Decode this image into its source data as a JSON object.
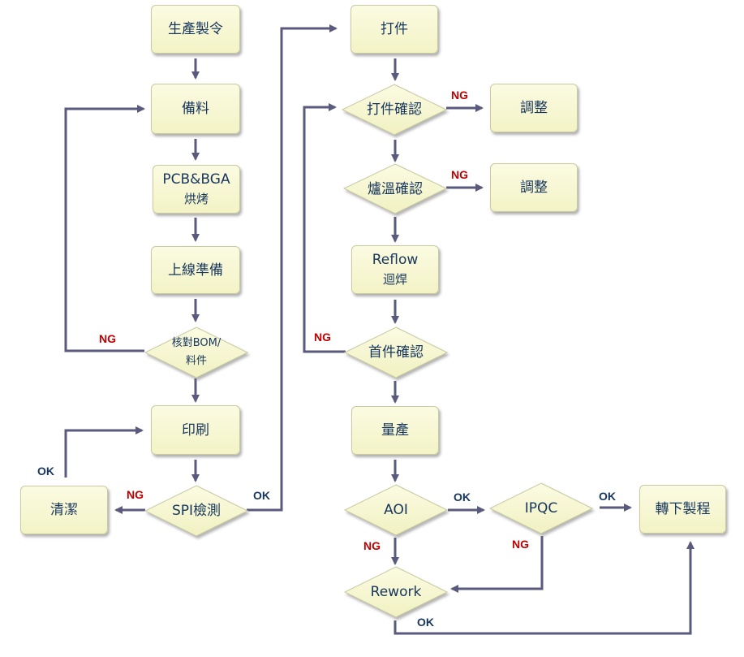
{
  "diagram": {
    "colors": {
      "box_fill_top": "#fbfbe2",
      "box_fill_bottom": "#f3f3c6",
      "box_border": "#c9c9a2",
      "text": "#17365d",
      "connector": "#5a5a7e",
      "ng_label": "#c00000",
      "ok_label": "#17365d"
    },
    "nodes": {
      "production_order": "生產製令",
      "material_prep": "備料",
      "pcb_bga": "PCB&BGA",
      "baking": "烘烤",
      "line_prep": "上線準備",
      "check_bom": "核對BOM/",
      "check_material": "料件",
      "printing": "印刷",
      "spi_inspection": "SPI檢測",
      "cleaning": "清潔",
      "placement": "打件",
      "placement_check": "打件確認",
      "adjust_1": "調整",
      "oven_temp_check": "爐溫確認",
      "adjust_2": "調整",
      "reflow": "Reflow",
      "reflow_cn": "迴焊",
      "first_article_check": "首件確認",
      "mass_production": "量產",
      "aoi": "AOI",
      "ipqc": "IPQC",
      "next_process": "轉下製程",
      "rework": "Rework"
    },
    "labels": {
      "ng_bom": "NG",
      "ok_clean": "OK",
      "ng_spi": "NG",
      "ok_spi": "OK",
      "ng_placement": "NG",
      "ng_oven": "NG",
      "ng_first": "NG",
      "ok_aoi": "OK",
      "ok_ipqc": "OK",
      "ng_aoi": "NG",
      "ng_ipqc": "NG",
      "ok_rework": "OK"
    }
  }
}
